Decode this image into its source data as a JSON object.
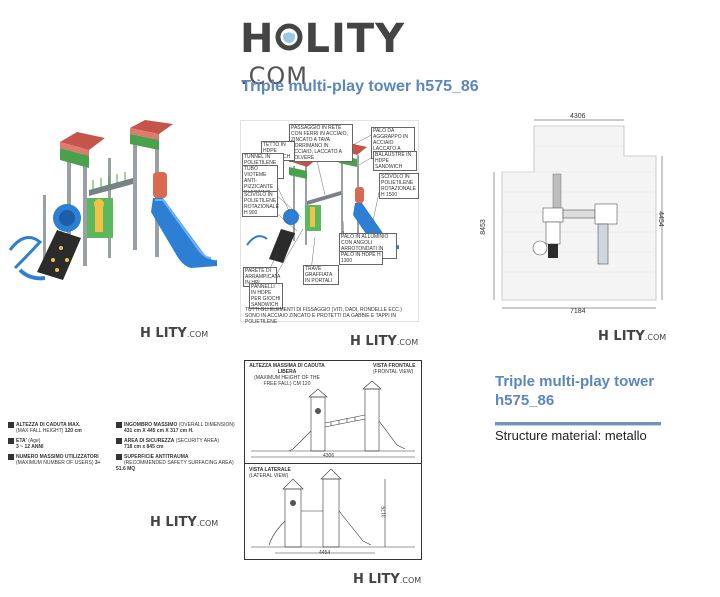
{
  "header": {
    "logo_main": "H LITY",
    "logo_domain": ".COM",
    "title": "Triple multi-play tower h575_86"
  },
  "logos": {
    "small_text": "H LITY",
    "small_domain": ".COM"
  },
  "plan": {
    "width_top": "4306",
    "width_bottom": "7184",
    "height_left": "8453",
    "height_right": "4454"
  },
  "tech_labels": {
    "l1": "PASSAGGIO IN RETE CON FERRI IN ACCIAIO, ZINCATO A TAVA CORRIMANO IN ACCIAIO, LACCATO A POLVERE",
    "l2": "TETTO IN HDPE SANDWICH",
    "l3": "TUNNEL IN POLIETILENE IN PANNELLO SANDWICH",
    "l4": "TUBO VIOTEME ANTI-PIZZICANTE IN ACCIAIO LACCATO A POLVERE",
    "l5": "SCIVOLO IN POLIETILENE ROTAZIONALE H 900",
    "l6": "PALO DA AGGRAPPO IN ACCIAIO LACCATO A POLVERE",
    "l7": "BALAUSTRE IN HDPE SANDWICH",
    "l8": "SCIVOLO IN POLIETILENE ROTAZIONALE H 1500",
    "l9": "PALO IN ALLUMINIO CON ANGOLI ARROTONDATI IN GOMMA",
    "l10": "PALO IN HDPE H 1300",
    "l11": "PARETE DI ARRAMPICATA IN HPL",
    "l12": "PANNELLI IN HDPE PER GIOCHI SANDWICH",
    "l13": "TRAVE GRAFFIATA IN PORTALI",
    "footer": "TUTTI GLI ELEMENTI DI FISSAGGIO (VITI, DADI, RONDELLE ECC.) SONO IN ACCIAIO ZINCATO E PROTETTI DA GABBIE E TAPPI IN POLIETILENE"
  },
  "elevation": {
    "title_fall": "ALTEZZA MASSIMA DI CADUTA LIBERA",
    "sub_fall": "(MAXIMUM HEIGHT OF THE FREE FALL) CM 120",
    "front": "VISTA FRONTALE",
    "front_sub": "(FRONTAL VIEW)",
    "side": "VISTA LATERALE",
    "side_sub": "(LATERAL VIEW)",
    "dim_front": "4306",
    "dim_side": "4454",
    "dim_height": "3175"
  },
  "specs": {
    "fall_label": "ALTEZZA DI CADUTA MAX.",
    "fall_sub": "(MAX FALL HEIGHT)",
    "fall_val": "120 cm",
    "age_label": "ETA'",
    "age_sub": "(Age)",
    "age_val": "3 ~ 12 ANNI",
    "users_label": "NUMERO MASSIMO UTILIZZATORI",
    "users_sub": "(MAXIMUM NUMBER OF USERS)",
    "users_val": "3+",
    "size_label": "INGOMBRO MASSIMO",
    "size_sub": "(OVERALL DIMENSION)",
    "size_val": "431 cm X 445 cm X 317 cm H.",
    "area_label": "AREA DI SICUREZZA",
    "area_sub": "(SECURITY AREA)",
    "area_val": "718 cm x 845 cm",
    "surface_label": "SUPERFICIE ANTITRAUMA",
    "surface_sub": "(RECOMMENDED SAFETY SURFACING AREA)",
    "surface_val": "51.6 MQ"
  },
  "product": {
    "title": "Triple multi-play tower h575_86",
    "material": "Structure material: metallo"
  },
  "colors": {
    "title_blue": "#5b86c0",
    "slide_blue": "#2d7fd4",
    "roof_red": "#c5554a",
    "green": "#4aa14c",
    "rule_blue": "#6f93c8"
  }
}
